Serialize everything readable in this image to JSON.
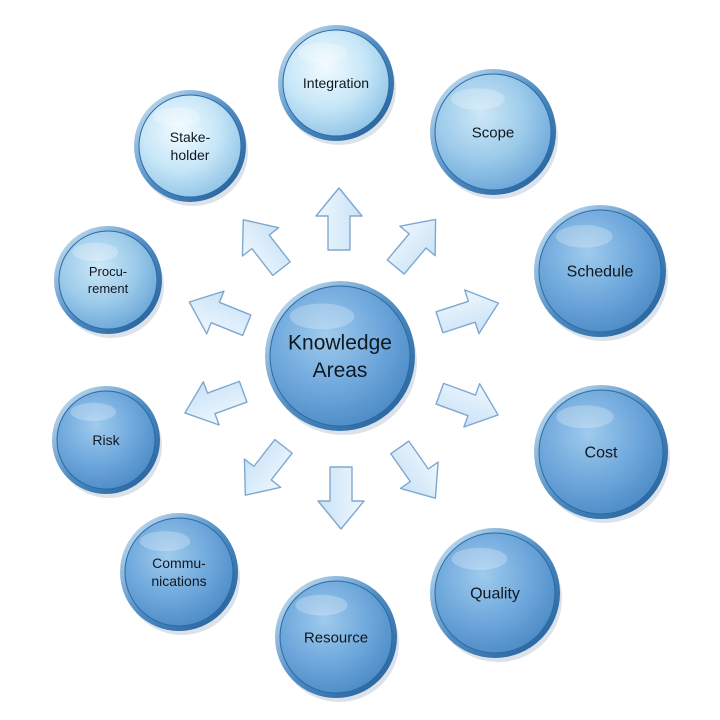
{
  "center": {
    "lines": [
      "Knowledge",
      "Areas"
    ]
  },
  "nodes": [
    {
      "id": "integration",
      "lines": [
        "Integration"
      ]
    },
    {
      "id": "scope",
      "lines": [
        "Scope"
      ]
    },
    {
      "id": "schedule",
      "lines": [
        "Schedule"
      ]
    },
    {
      "id": "cost",
      "lines": [
        "Cost"
      ]
    },
    {
      "id": "quality",
      "lines": [
        "Quality"
      ]
    },
    {
      "id": "resource",
      "lines": [
        "Resource"
      ]
    },
    {
      "id": "communications",
      "lines": [
        "Commu-",
        "nications"
      ]
    },
    {
      "id": "risk",
      "lines": [
        "Risk"
      ]
    },
    {
      "id": "procurement",
      "lines": [
        "Procu-",
        "rement"
      ]
    },
    {
      "id": "stakeholder",
      "lines": [
        "Stake-",
        "holder"
      ]
    }
  ],
  "colors": {
    "light_circle": "#cfeaf8",
    "mid_circle": "#8cc0e6",
    "dark_circle": "#5f9cd3",
    "circle_rim": "#2f6ea8",
    "arrow_fill": "#dceefb",
    "arrow_stroke": "#7fa8cf"
  }
}
